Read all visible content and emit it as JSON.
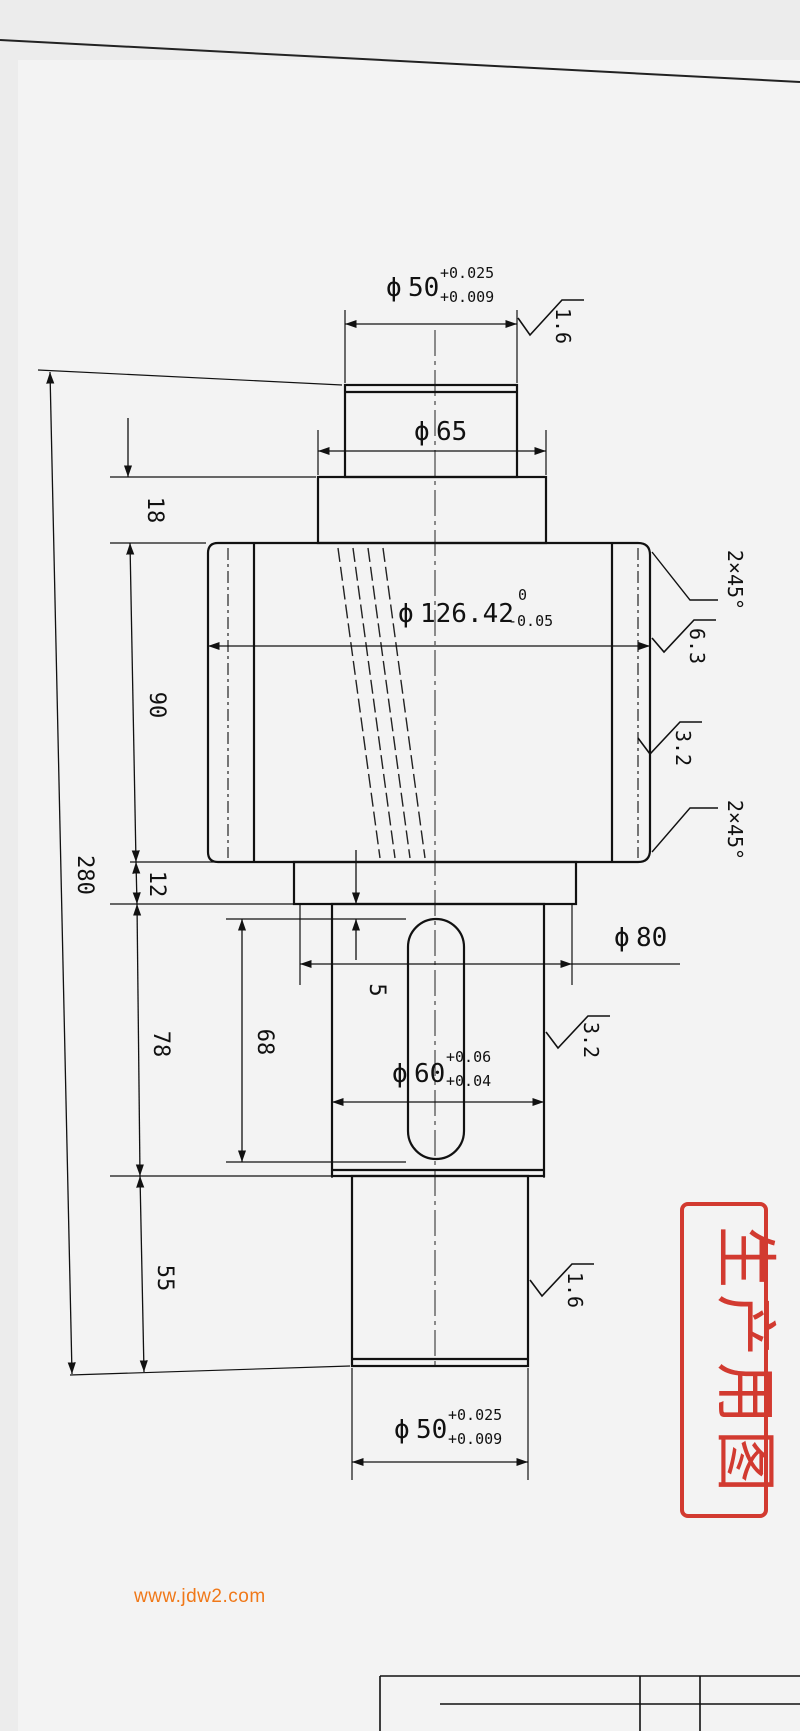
{
  "drawing": {
    "dims": {
      "total_length": "280",
      "seg_18": "18",
      "seg_90": "90",
      "seg_12": "12",
      "seg_78": "78",
      "seg_55": "55",
      "keyway_len": "68",
      "keyway_offset": "5"
    },
    "diameters": {
      "phi": "ϕ",
      "top_journal_main": "50",
      "top_journal_tol_upper": "+0.025",
      "top_journal_tol_lower": "+0.009",
      "shoulder": "65",
      "gear_main": "126.42",
      "gear_tol_upper": "0",
      "gear_tol_lower": "-0.05",
      "collar": "80",
      "key_seat_main": "60",
      "key_seat_tol_upper": "+0.06",
      "key_seat_tol_lower": "+0.04",
      "bottom_journal_main": "50",
      "bottom_journal_tol_upper": "+0.025",
      "bottom_journal_tol_lower": "+0.009"
    },
    "roughness": {
      "top_journal": "1.6",
      "gear_face": "6.3",
      "gear_side": "3.2",
      "key_seat": "3.2",
      "bottom_journal": "1.6"
    },
    "chamfers": {
      "upper": "2×45°",
      "lower": "2×45°"
    }
  },
  "stamp": {
    "text": "生产用图",
    "color": "#d23a30"
  },
  "watermark": {
    "text": "www.jdw2.com",
    "color": "#f07818"
  }
}
